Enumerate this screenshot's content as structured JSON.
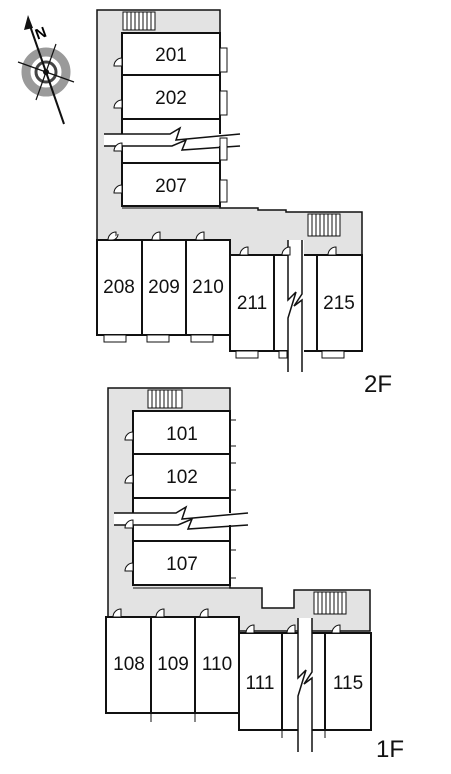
{
  "compass": {
    "north_letter": "N"
  },
  "floor2": {
    "label": "2F",
    "upper_rooms": [
      "201",
      "202",
      "207"
    ],
    "lower_rooms": [
      "208",
      "209",
      "210",
      "211",
      "215"
    ]
  },
  "floor1": {
    "label": "1F",
    "upper_rooms": [
      "101",
      "102",
      "107"
    ],
    "lower_rooms": [
      "108",
      "109",
      "110",
      "111",
      "115"
    ]
  },
  "colors": {
    "corridor": "#e3e3e3",
    "wall": "#111111",
    "compass_ring": "#9a9a9a"
  },
  "icons": [
    "compass-icon",
    "stairs-icon",
    "door-icon",
    "break-line-icon"
  ]
}
